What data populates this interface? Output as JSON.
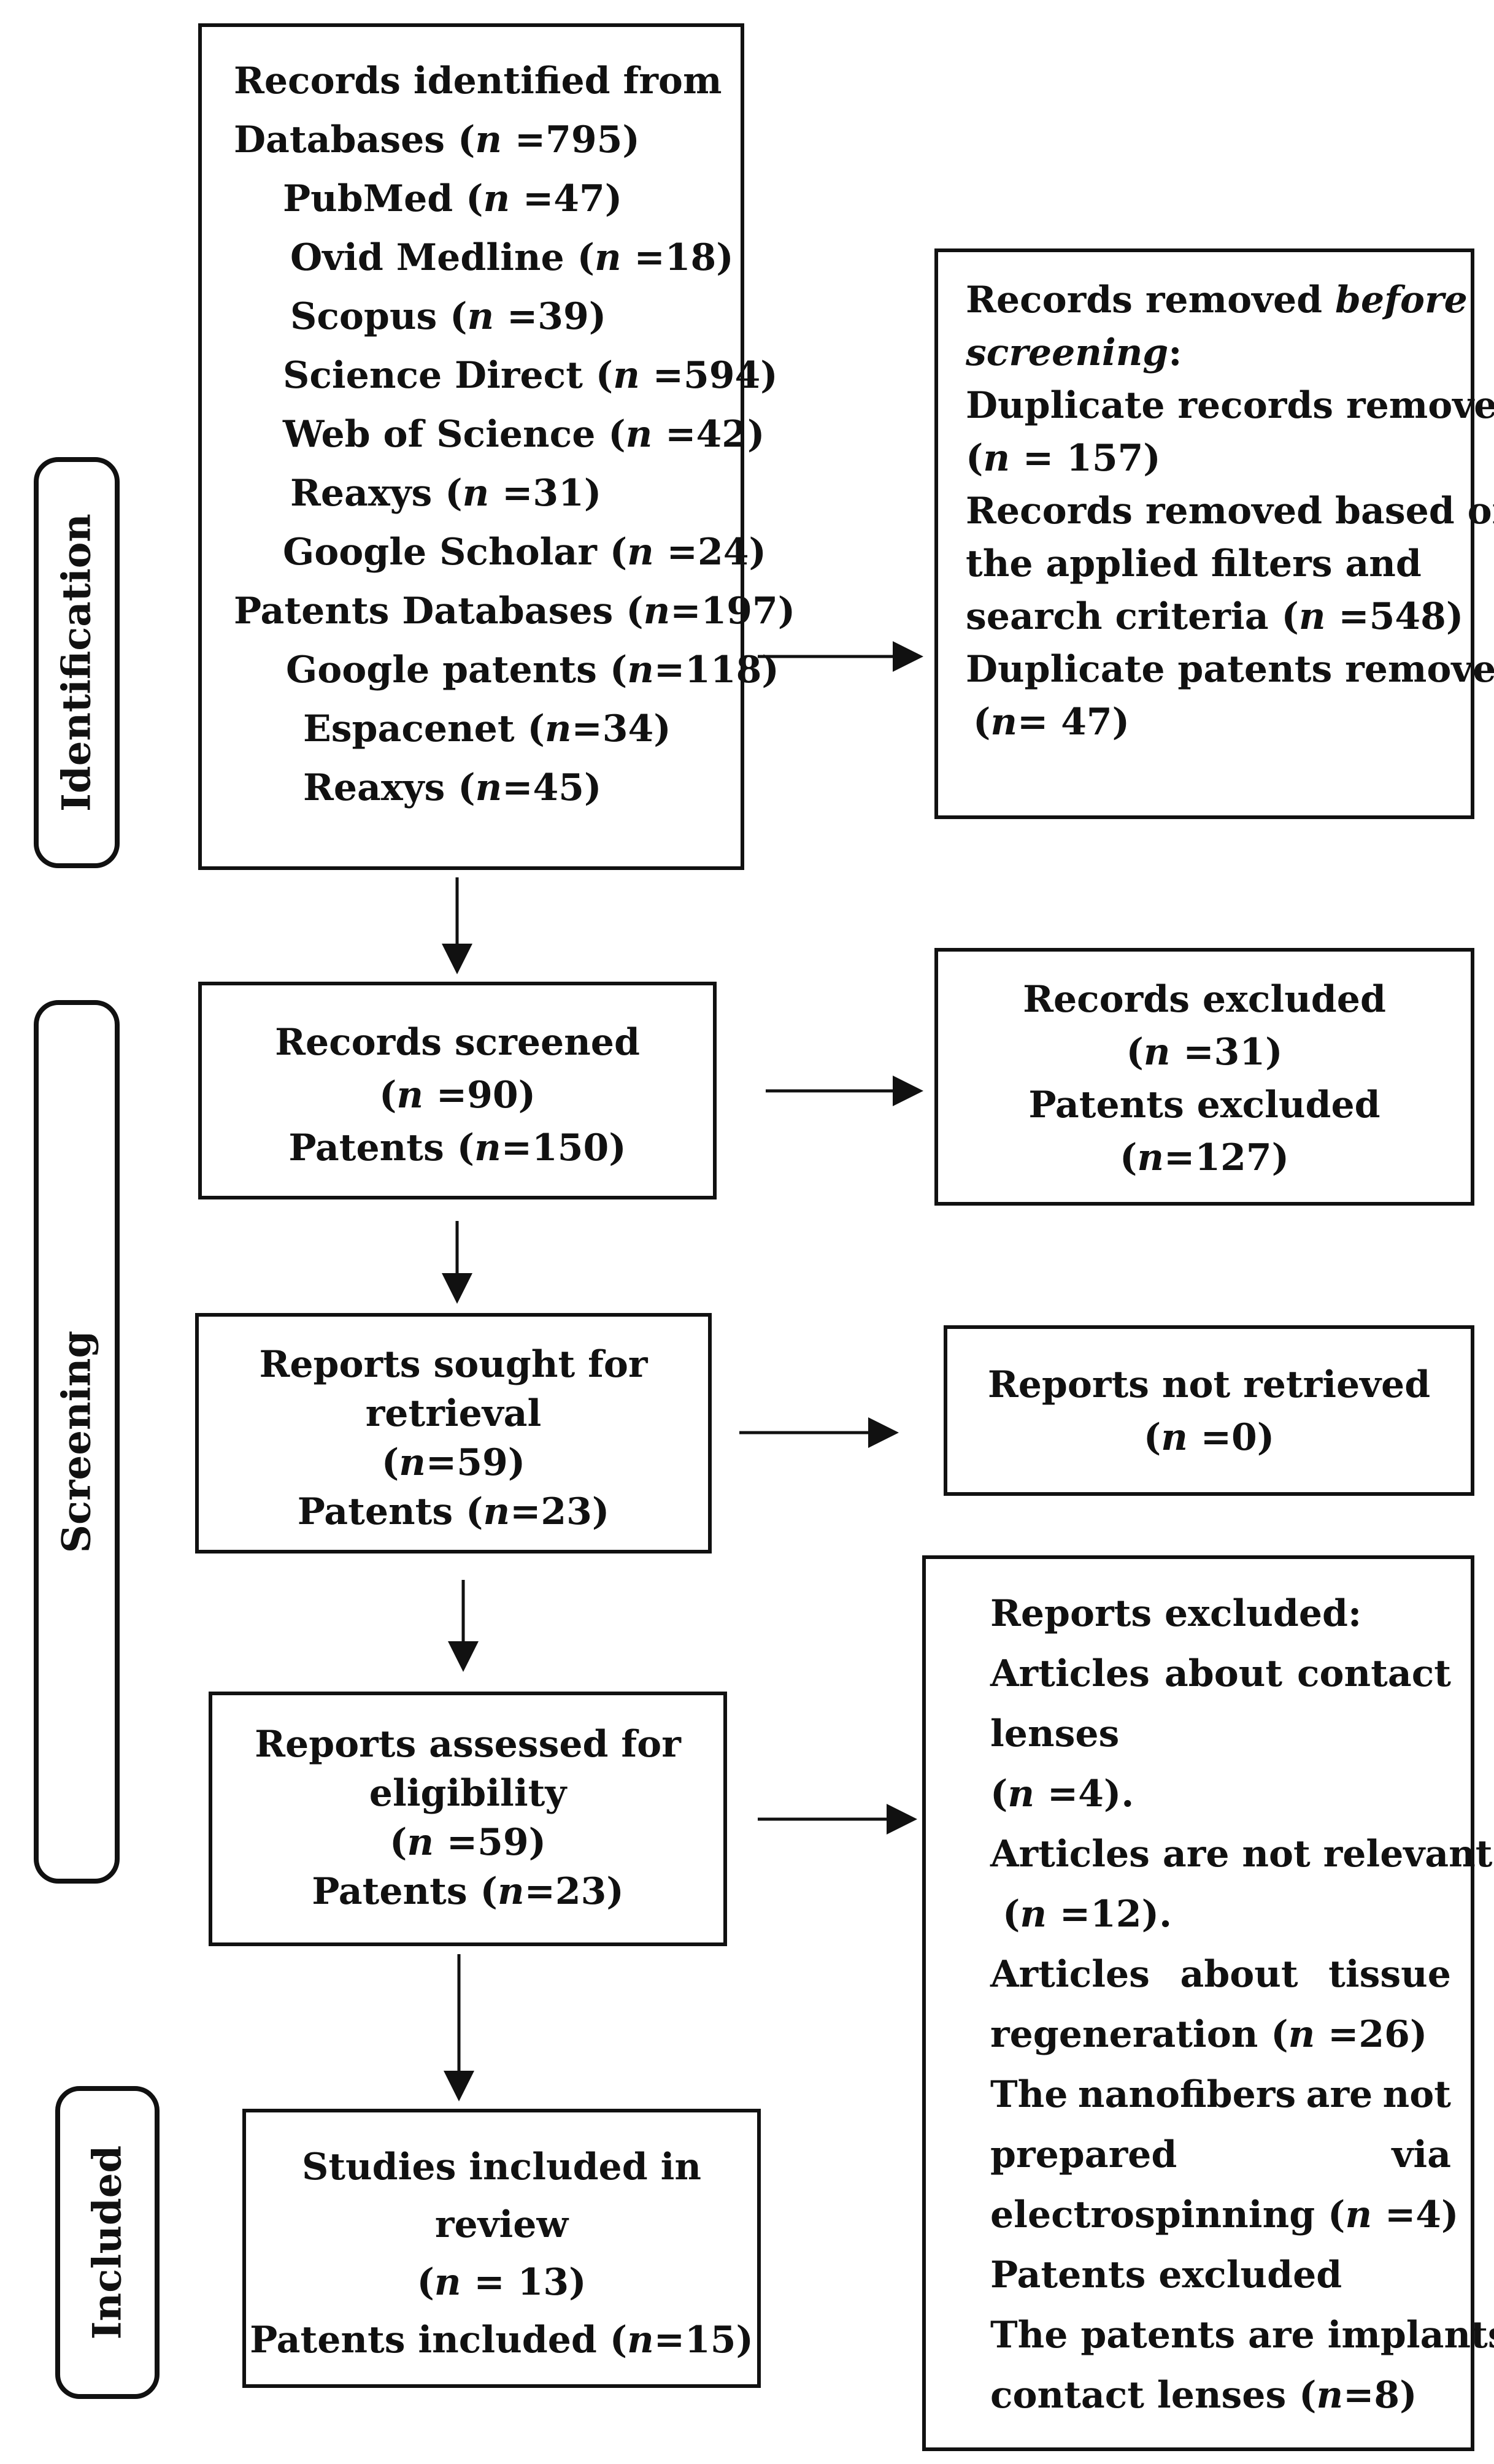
{
  "stages": {
    "identification": "Identification",
    "screening": "Screening",
    "included": "Included"
  },
  "identified": {
    "title1": "Records identified from",
    "databases_label": "Databases (",
    "databases_n": "n",
    "databases_val": " =795)",
    "db_items": [
      {
        "name": "PubMed (",
        "n": "n",
        "val": " =47)"
      },
      {
        "name": "Ovid Medline (",
        "n": "n",
        "val": " =18)"
      },
      {
        "name": "Scopus (",
        "n": "n",
        "val": " =39)"
      },
      {
        "name": "Science Direct (",
        "n": "n",
        "val": " =594)"
      },
      {
        "name": "Web of Science (",
        "n": "n",
        "val": " =42)"
      },
      {
        "name": "Reaxys (",
        "n": "n",
        "val": " =31)"
      },
      {
        "name": "Google Scholar (",
        "n": "n",
        "val": " =24)"
      }
    ],
    "patents_label": "Patents Databases (",
    "patents_n": "n",
    "patents_val": "=197)",
    "pat_items": [
      {
        "name": "Google patents (",
        "n": "n",
        "val": "=118)"
      },
      {
        "name": "Espacenet (",
        "n": "n",
        "val": "=34)"
      },
      {
        "name": "Reaxys (",
        "n": "n",
        "val": "=45)"
      }
    ]
  },
  "removed": {
    "l1a": "Records removed ",
    "l1b": "before",
    "l2": "screening",
    "l2b": ":",
    "l3": "Duplicate records removed",
    "l4n": "n",
    "l4v": " = 157)",
    "l5": "Records removed based on",
    "l6": "the applied filters and",
    "l7a": "search criteria (",
    "l7n": "n",
    "l7v": " =548)",
    "l8": "Duplicate patents removed",
    "l9n": "n",
    "l9v": "= 47)"
  },
  "screened": {
    "l1": "Records screened",
    "l2n": "n",
    "l2v": " =90)",
    "l3a": "Patents (",
    "l3n": "n",
    "l3v": "=150)"
  },
  "excluded1": {
    "l1": "Records excluded",
    "l2n": "n",
    "l2v": " =31)",
    "l3": "Patents excluded",
    "l4n": "n",
    "l4v": "=127)"
  },
  "sought": {
    "l1": "Reports sought for",
    "l2": "retrieval",
    "l3n": "n",
    "l3v": "=59)",
    "l4a": "Patents (",
    "l4n": "n",
    "l4v": "=23)"
  },
  "not_retrieved": {
    "l1": "Reports not retrieved",
    "l2n": "n",
    "l2v": " =0)"
  },
  "assessed": {
    "l1": "Reports assessed for",
    "l2": "eligibility",
    "l3n": "n",
    "l3v": " =59)",
    "l4a": "Patents (",
    "l4n": "n",
    "l4v": "=23)"
  },
  "excluded2": {
    "l1": "Reports excluded:",
    "l2": [
      "Articles",
      "about",
      "contact"
    ],
    "l3": "lenses",
    "l4n": "n",
    "l4v": " =4).",
    "l5": "Articles are not relevant",
    "l6n": "n",
    "l6v": " =12).",
    "l7": [
      "Articles",
      "about",
      "tissue"
    ],
    "l8a": "regeneration (",
    "l8n": "n",
    "l8v": " =26)",
    "l9": [
      "The",
      "nanofibers",
      "are",
      "not"
    ],
    "l10": [
      "prepared",
      "via"
    ],
    "l11a": "electrospinning (",
    "l11n": "n",
    "l11v": " =4)",
    "l12": "Patents excluded",
    "l13": "The patents are implants",
    "l14a": "contact lenses (",
    "l14n": "n",
    "l14v": "=8)"
  },
  "included": {
    "l1": "Studies included in",
    "l2": "review",
    "l3n": "n",
    "l3v": " = 13)",
    "l4a": "Patents included (",
    "l4n": "n",
    "l4v": "=15)"
  }
}
